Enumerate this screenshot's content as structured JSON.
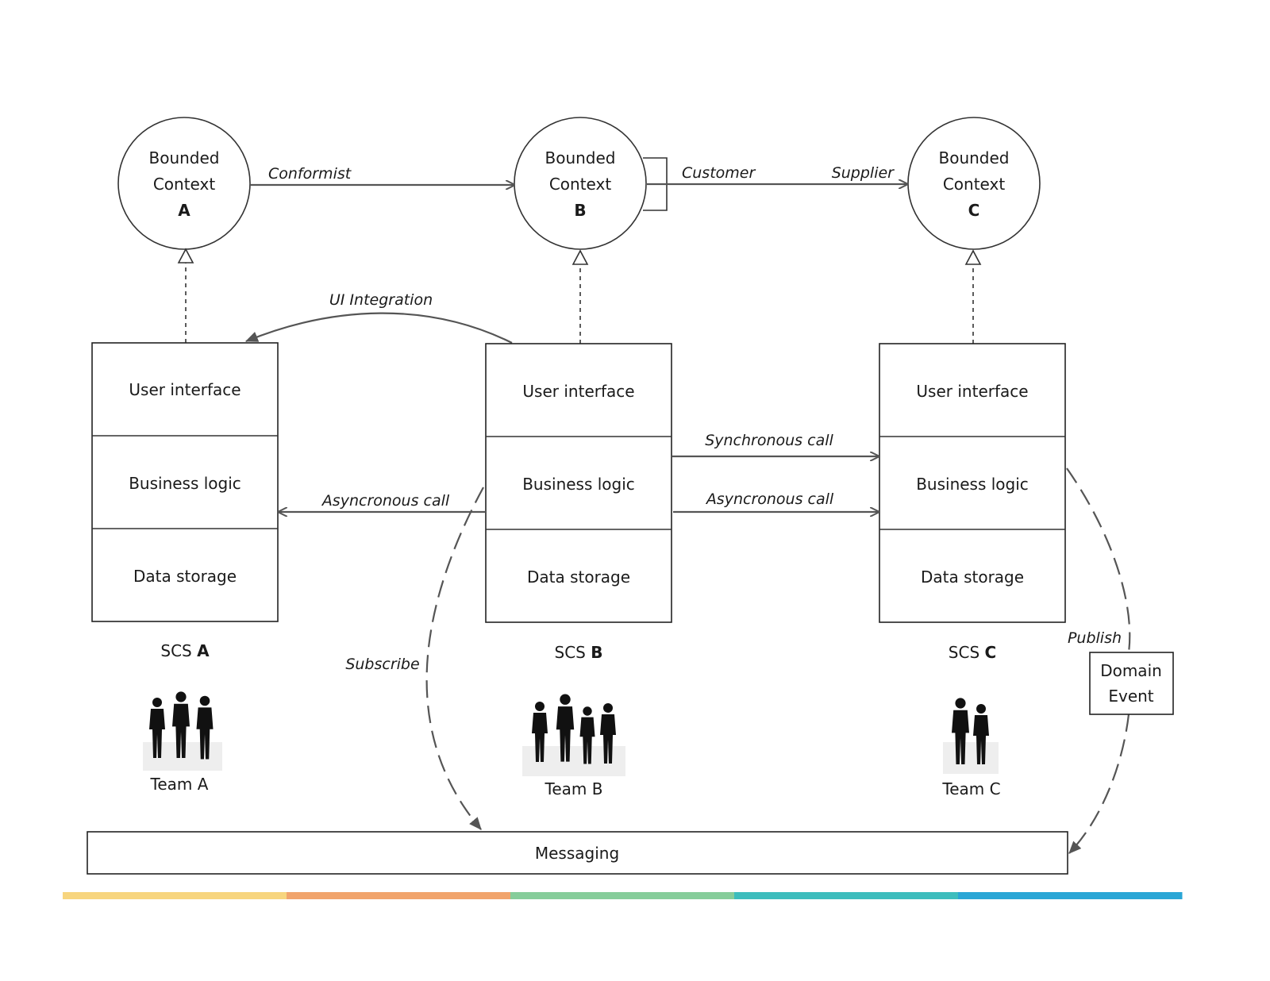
{
  "contexts": [
    {
      "line1": "Bounded",
      "line2": "Context",
      "letter": "A"
    },
    {
      "line1": "Bounded",
      "line2": "Context",
      "letter": "B"
    },
    {
      "line1": "Bounded",
      "line2": "Context",
      "letter": "C"
    }
  ],
  "relations": {
    "conformist": "Conformist",
    "customer": "Customer",
    "supplier": "Supplier",
    "ui_integration": "UI Integration",
    "async_call_left": "Asyncronous call",
    "sync_call": "Synchronous call",
    "async_call_right": "Asyncronous call",
    "subscribe": "Subscribe",
    "publish": "Publish"
  },
  "systems": [
    {
      "prefix": "SCS",
      "letter": "A",
      "layers": [
        "User interface",
        "Business logic",
        "Data storage"
      ],
      "team": "Team A"
    },
    {
      "prefix": "SCS",
      "letter": "B",
      "layers": [
        "User interface",
        "Business logic",
        "Data storage"
      ],
      "team": "Team B"
    },
    {
      "prefix": "SCS",
      "letter": "C",
      "layers": [
        "User interface",
        "Business logic",
        "Data storage"
      ],
      "team": "Team C"
    }
  ],
  "domain_event": {
    "line1": "Domain",
    "line2": "Event"
  },
  "messaging": "Messaging",
  "colors": {
    "band": [
      "#f7d57e",
      "#f1a46c",
      "#86cd9a",
      "#3dbdbd",
      "#2aa6d6"
    ]
  }
}
